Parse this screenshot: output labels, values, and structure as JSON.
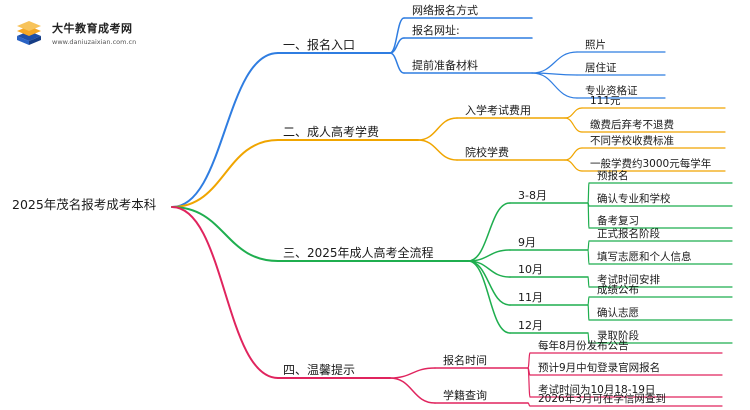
{
  "logo": {
    "title": "大牛教育成考网",
    "url": "www.daniuzaixian.com.cn",
    "icon": "book-stack-icon",
    "colors": {
      "orange": "#f5a623",
      "blue": "#1e4fa8"
    }
  },
  "root": {
    "label": "2025年茂名报考成考本科"
  },
  "branches": [
    {
      "label": "一、报名入口",
      "color": "#2f7de1",
      "children": [
        {
          "label": "网络报名方式",
          "children": []
        },
        {
          "label": "报名网址:",
          "children": []
        },
        {
          "label": "提前准备材料",
          "children": [
            {
              "label": "照片"
            },
            {
              "label": "居住证"
            },
            {
              "label": "专业资格证"
            }
          ]
        }
      ]
    },
    {
      "label": "二、成人高考学费",
      "color": "#f0a500",
      "children": [
        {
          "label": "入学考试费用",
          "children": [
            {
              "label": "111元"
            },
            {
              "label": "缴费后弃考不退费"
            }
          ]
        },
        {
          "label": "院校学费",
          "children": [
            {
              "label": "不同学校收费标准"
            },
            {
              "label": "一般学费约3000元每学年"
            }
          ]
        }
      ]
    },
    {
      "label": "三、2025年成人高考全流程",
      "color": "#1fae4f",
      "children": [
        {
          "label": "3-8月",
          "children": [
            {
              "label": "预报名"
            },
            {
              "label": "确认专业和学校"
            },
            {
              "label": "备考复习"
            }
          ]
        },
        {
          "label": "9月",
          "children": [
            {
              "label": "正式报名阶段"
            },
            {
              "label": "填写志愿和个人信息"
            }
          ]
        },
        {
          "label": "10月",
          "children": [
            {
              "label": "考试时间安排"
            }
          ]
        },
        {
          "label": "11月",
          "children": [
            {
              "label": "成绩公布"
            },
            {
              "label": "确认志愿"
            }
          ]
        },
        {
          "label": "12月",
          "children": [
            {
              "label": "录取阶段"
            }
          ]
        }
      ]
    },
    {
      "label": "四、温馨提示",
      "color": "#e0245e",
      "children": [
        {
          "label": "报名时间",
          "children": [
            {
              "label": "每年8月份发布公告"
            },
            {
              "label": "预计9月中旬登录官网报名"
            },
            {
              "label": "考试时间为10月18-19日"
            }
          ]
        },
        {
          "label": "学籍查询",
          "children": [
            {
              "label": "2026年3月可在学信网查到"
            }
          ]
        }
      ]
    }
  ]
}
